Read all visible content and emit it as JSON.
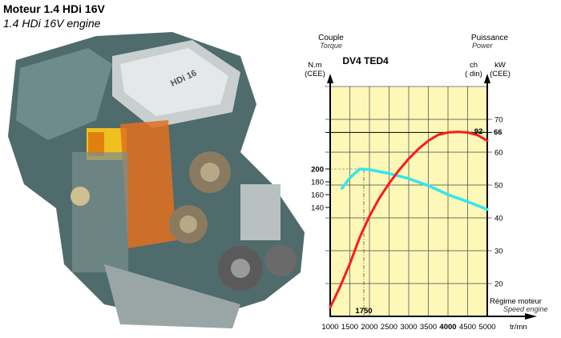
{
  "header": {
    "title": "Moteur 1.4 HDi 16V",
    "subtitle": "1.4 HDi 16V engine",
    "engine_cover_text": "HDi 16"
  },
  "chart_data": {
    "type": "line",
    "title": "DV4 TED4",
    "left_axis": {
      "label": "Couple",
      "label_en": "Torque",
      "unit": "N.m",
      "unit2": "(CEE)",
      "ticks": [
        140,
        160,
        180,
        200
      ]
    },
    "right_axis": {
      "label": "Puissance",
      "label_en": "Power",
      "unit_ch": "ch",
      "unit_ch2": "( din)",
      "unit_kw": "kW",
      "unit_kw2": "(CEE)",
      "ticks": [
        20,
        30,
        40,
        50,
        60,
        70
      ],
      "highlight_kw": 66,
      "highlight_ch": 92
    },
    "x_axis": {
      "label": "Régime moteur",
      "label_en": "Speed engine",
      "unit": "tr/mn",
      "ticks": [
        1000,
        1500,
        2000,
        2500,
        3000,
        3500,
        4000,
        4500,
        5000
      ],
      "xlim": [
        1000,
        5000
      ],
      "marker": 1750
    },
    "series": [
      {
        "name": "Torque (N.m)",
        "color": "#33e6ee",
        "x": [
          1300,
          1500,
          1750,
          2000,
          2500,
          3000,
          3500,
          4000,
          4500,
          5000
        ],
        "y": [
          170,
          186,
          200,
          199,
          193,
          185,
          174,
          160,
          149,
          137
        ]
      },
      {
        "name": "Power (kW)",
        "color": "#ff1a1a",
        "x": [
          1000,
          1250,
          1500,
          1750,
          2000,
          2250,
          2500,
          2750,
          3000,
          3250,
          3500,
          3750,
          4000,
          4250,
          4500,
          4750,
          5000
        ],
        "y": [
          12.7,
          19,
          26,
          34,
          40.5,
          46,
          50.5,
          54.5,
          58,
          61,
          63.5,
          65.3,
          66,
          66.2,
          66,
          65.2,
          63.5
        ]
      }
    ]
  }
}
